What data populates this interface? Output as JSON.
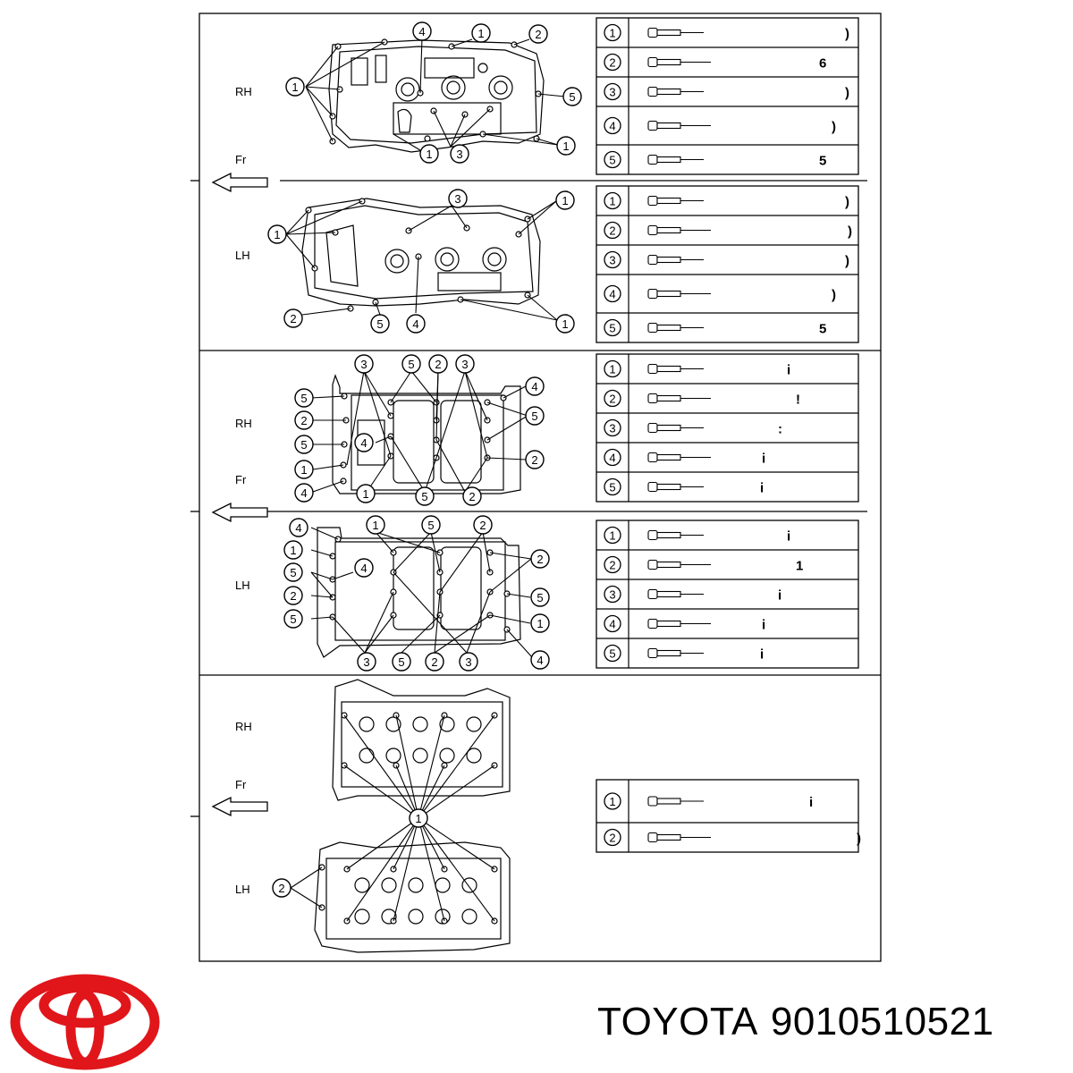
{
  "labels": {
    "rh": "RH",
    "lh": "LH",
    "fr": "Fr"
  },
  "callouts": [
    "1",
    "2",
    "3",
    "4",
    "5"
  ],
  "legend_glyphs": [
    ")",
    "6",
    "5",
    "i",
    "1",
    "!",
    ":"
  ],
  "footer": {
    "brand": "TOYOTA",
    "part_number": "9010510521"
  },
  "colors": {
    "logo_red": "#e0161b",
    "line": "#000000"
  },
  "icons": {
    "logo": "toyota-logo-icon",
    "arrow": "front-arrow-icon",
    "bolt": "bolt-icon"
  }
}
